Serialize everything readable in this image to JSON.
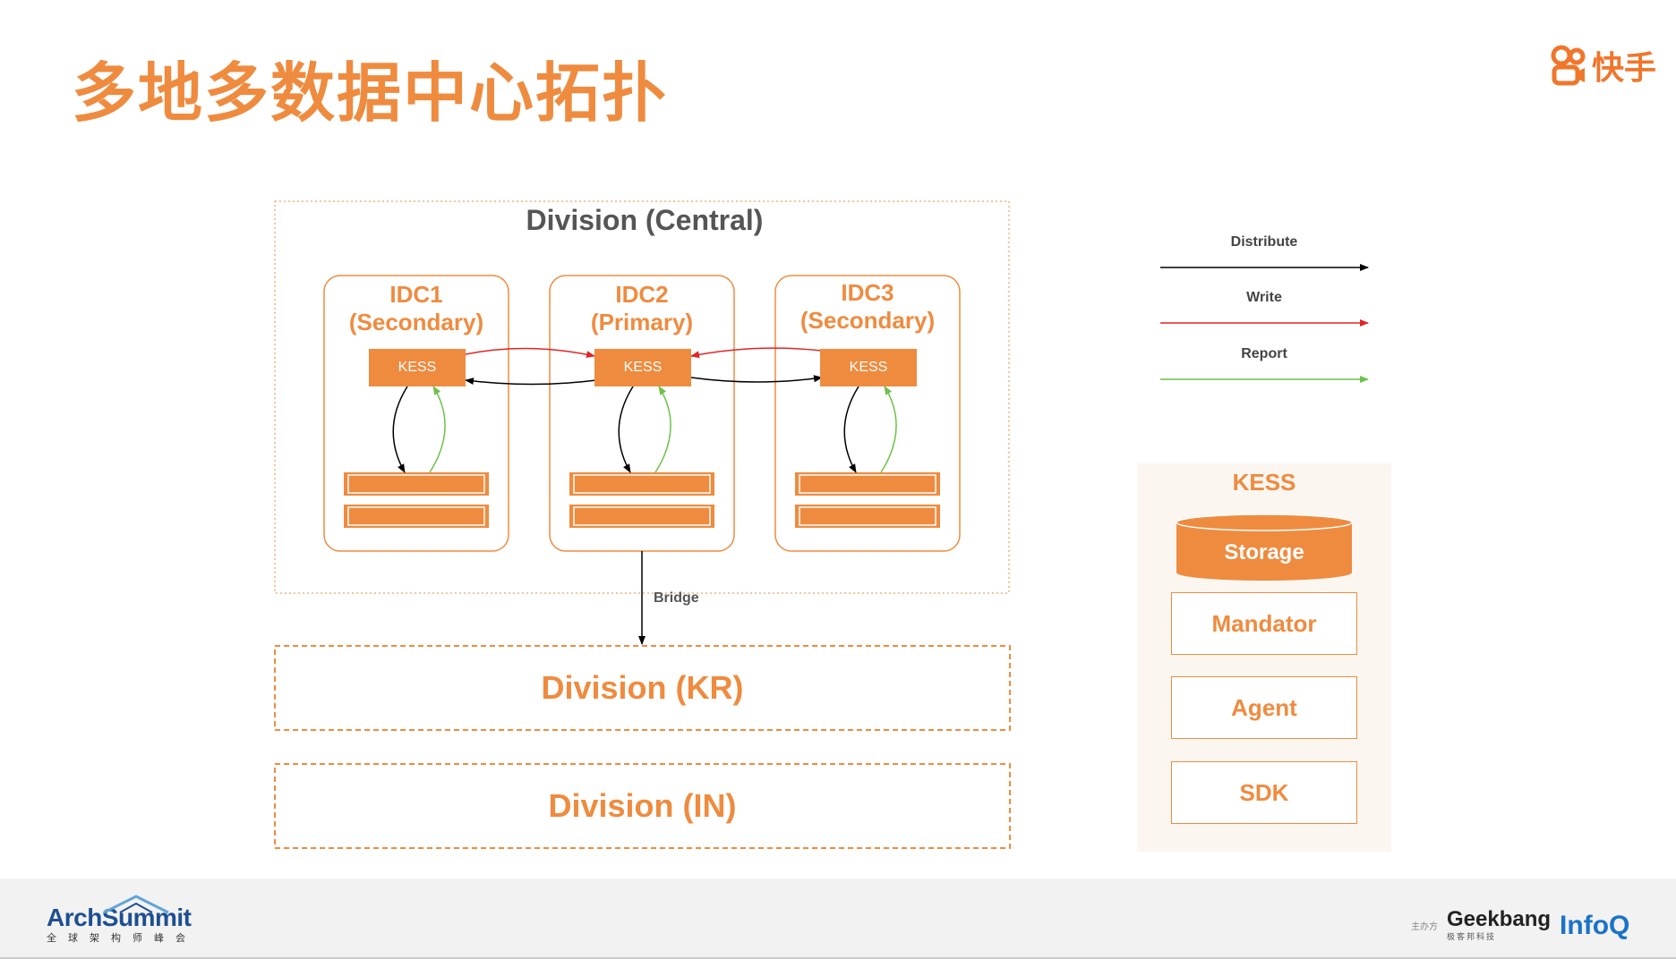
{
  "slide": {
    "title": "多地多数据中心拓扑",
    "brand_name": "快手"
  },
  "central": {
    "title": "Division (Central)",
    "idcs": [
      {
        "name": "IDC1",
        "role": "(Secondary)",
        "node": "KESS"
      },
      {
        "name": "IDC2",
        "role": "(Primary)",
        "node": "KESS"
      },
      {
        "name": "IDC3",
        "role": "(Secondary)",
        "node": "KESS"
      }
    ]
  },
  "bridge_label": "Bridge",
  "divisions": [
    "Division (KR)",
    "Division (IN)"
  ],
  "legend": {
    "items": [
      {
        "label": "Distribute",
        "color": "#000000"
      },
      {
        "label": "Write",
        "color": "#e02424"
      },
      {
        "label": "Report",
        "color": "#6cc24a"
      }
    ]
  },
  "kess_stack": {
    "title": "KESS",
    "layers": [
      "Storage",
      "Mandator",
      "Agent",
      "SDK"
    ]
  },
  "colors": {
    "accent": "#ef8b3f",
    "distribute": "#000000",
    "write": "#e02424",
    "report": "#6cc24a"
  },
  "footer": {
    "left_logo": "ArchSummit",
    "left_logo_sub": "全球架构师峰会",
    "sponsor_label": "主办方",
    "sponsor_logo": "Geekbang",
    "sponsor_logo_sub": "极客邦科技",
    "right_logo": "InfoQ"
  }
}
